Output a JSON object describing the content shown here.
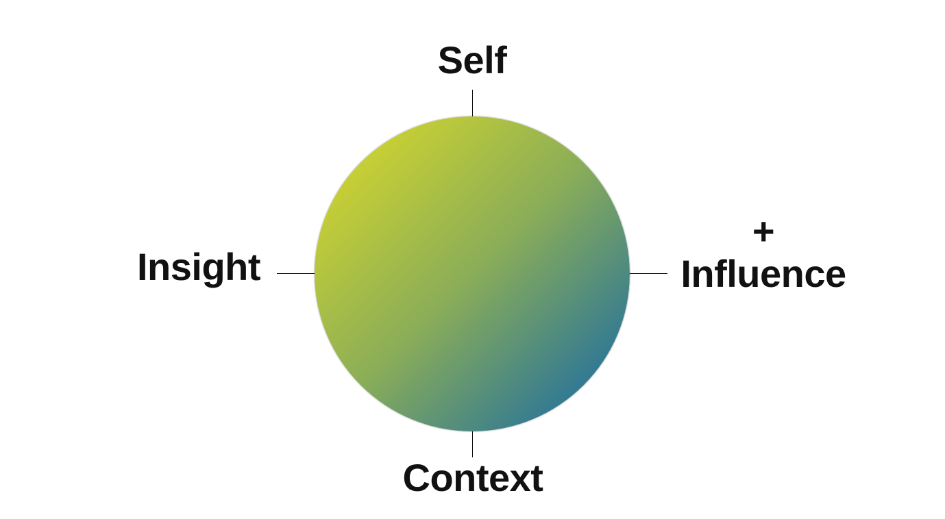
{
  "labels": {
    "top": "Self",
    "left": "Insight",
    "right_plus": "+",
    "right": "Influence",
    "bottom": "Context"
  },
  "colors": {
    "gradient_start": "#d2d52e",
    "gradient_mid": "#8aad58",
    "gradient_end": "#22709e",
    "text": "#111111",
    "connector_line": "#111111"
  }
}
